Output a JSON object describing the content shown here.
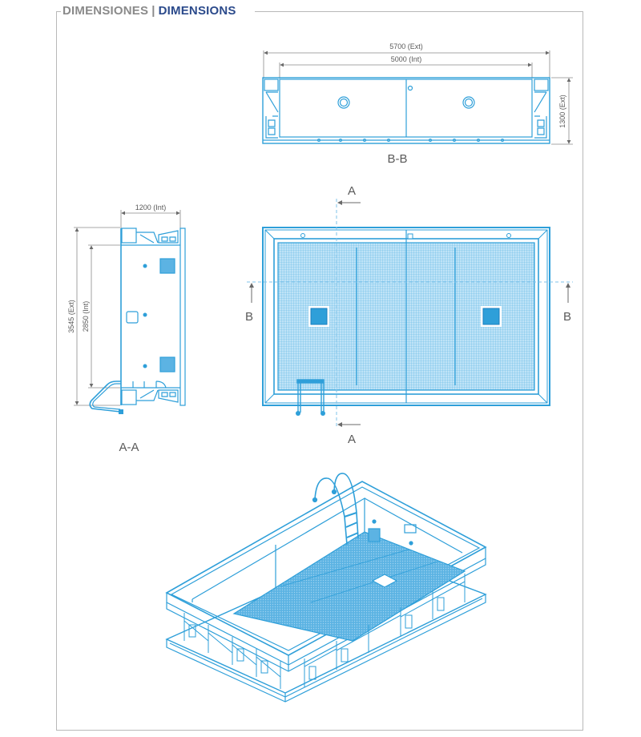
{
  "header": {
    "title_es": "DIMENSIONES",
    "separator": "|",
    "title_en": "DIMENSIONS"
  },
  "colors": {
    "drawing_blue": "#2e9fd9",
    "fill_blue": "#a9d8f2",
    "title_gray": "#8a8a8a",
    "title_navy": "#2b4a8b",
    "dimension_gray": "#6a6a6a",
    "frame_gray": "#b9b9b9"
  },
  "section_bb": {
    "label": "B-B",
    "dim_ext_width": "5700 (Ext)",
    "dim_int_width": "5000 (Int)",
    "dim_ext_height": "1300 (Ext)"
  },
  "section_aa": {
    "label": "A-A",
    "dim_int_width": "1200 (Int)",
    "dim_ext_length": "3545 (Ext)",
    "dim_int_length": "2850 (Int)"
  },
  "plan_view": {
    "cut_a_top": "A",
    "cut_a_bottom": "A",
    "cut_b_left": "B",
    "cut_b_right": "B"
  },
  "isometric_view": {
    "description": "Isometric view of rectangular pool on steel frame with ladder"
  }
}
